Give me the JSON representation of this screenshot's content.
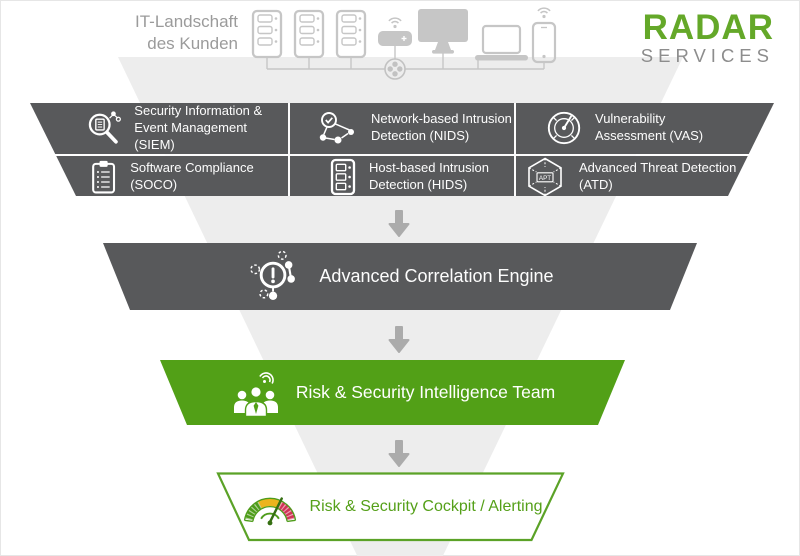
{
  "colors": {
    "band_dark": "#58595b",
    "accent_green": "#52a017",
    "logo_green": "#64a829",
    "outline_green": "#5ba227",
    "funnel_gray": "#ededed",
    "device_gray": "#c6c6c6",
    "arrow_gray": "#ababab"
  },
  "header": {
    "customer_label_line1": "IT-Landschaft",
    "customer_label_line2": "des Kunden",
    "devices": [
      "server-rack",
      "server-rack",
      "server-rack",
      "wifi-router",
      "desktop-monitor",
      "laptop",
      "smartphone",
      "network-hub"
    ],
    "logo": {
      "brand": "RADAR",
      "subtitle": "SERVICES"
    }
  },
  "services": [
    {
      "id": "siem",
      "icon": "siem-search-icon",
      "label": "Security Information &\nEvent Management (SIEM)"
    },
    {
      "id": "nids",
      "icon": "nids-network-icon",
      "label": "Network-based Intrusion\nDetection (NIDS)"
    },
    {
      "id": "vas",
      "icon": "vas-radar-icon",
      "label": "Vulnerability\nAssessment (VAS)"
    },
    {
      "id": "soco",
      "icon": "soco-clipboard-icon",
      "label": "Software Compliance (SOCO)"
    },
    {
      "id": "hids",
      "icon": "hids-server-icon",
      "label": "Host-based Intrusion\nDetection (HIDS)"
    },
    {
      "id": "atd",
      "icon": "atd-hexagon-icon",
      "label": "Advanced Threat Detection\n(ATD)",
      "icon_label": "APT"
    }
  ],
  "stages": [
    {
      "id": "ace",
      "icon": "correlation-alert-icon",
      "label": "Advanced Correlation Engine",
      "style": "dark"
    },
    {
      "id": "team",
      "icon": "intelligence-team-icon",
      "label": "Risk & Security Intelligence Team",
      "style": "green"
    },
    {
      "id": "cockpit",
      "icon": "gauge-icon",
      "label": "Risk & Security Cockpit / Alerting",
      "style": "green-outline"
    }
  ]
}
